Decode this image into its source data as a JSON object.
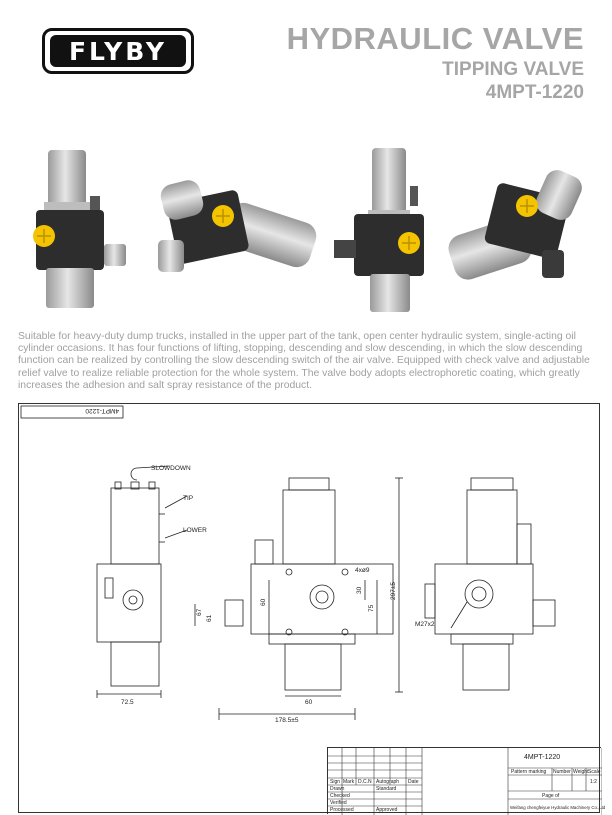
{
  "logo": {
    "text": "FLYBY"
  },
  "header": {
    "title": "HYDRAULIC VALVE",
    "subtitle": "TIPPING VALVE",
    "model": "4MPT-1220"
  },
  "description": "Suitable for heavy-duty dump trucks, installed in the upper part of the tank, open center hydraulic system, single-acting oil cylinder occasions. It has four functions of lifting, stopping, descending and slow descending, in which the slow descending function can be realized by controlling the slow descending switch of the air valve. Equipped with check valve and adjustable relief valve to realize reliable protection for the whole system. The valve body adopts electrophoretic coating, which greatly increases the adhesion and salt spray resistance of the product.",
  "drawing": {
    "corner_label": "4MPT-1220",
    "callouts": {
      "slowdown": "SLOWDOWN",
      "tip": "TIP",
      "lower": "LOWER"
    },
    "dims": {
      "d725": "72.5",
      "d67": "67",
      "d61": "61",
      "d60v": "60",
      "d30": "30",
      "d75": "75",
      "d297": "297±5",
      "d60h": "60",
      "d1785": "178.5±5",
      "holes": "4xø9",
      "thread": "M27x2"
    }
  },
  "title_block": {
    "model": "4MPT-1220",
    "pattern_marking": "Pattern marking",
    "number": "Number",
    "weight": "Weight",
    "scale": "Scale",
    "scale_value": "1:2",
    "page": "Page of",
    "company": "Weifang chengfeiyue Hydraulic Machinery Co.,Ltd",
    "sign": "Sign",
    "mark": "Mark",
    "dcn": "D.C.N",
    "autograph": "Autograph",
    "date": "Date",
    "drawn": "Drawn",
    "checked": "Checked",
    "verified": "Verified",
    "processed": "Processed",
    "standard": "Standard",
    "approved": "Approved"
  },
  "colors": {
    "title_gray": "#a6a6a6",
    "valve_body": "#2a2a2a",
    "cap_yellow": "#f5c400",
    "silver": "#c8c8c8"
  }
}
